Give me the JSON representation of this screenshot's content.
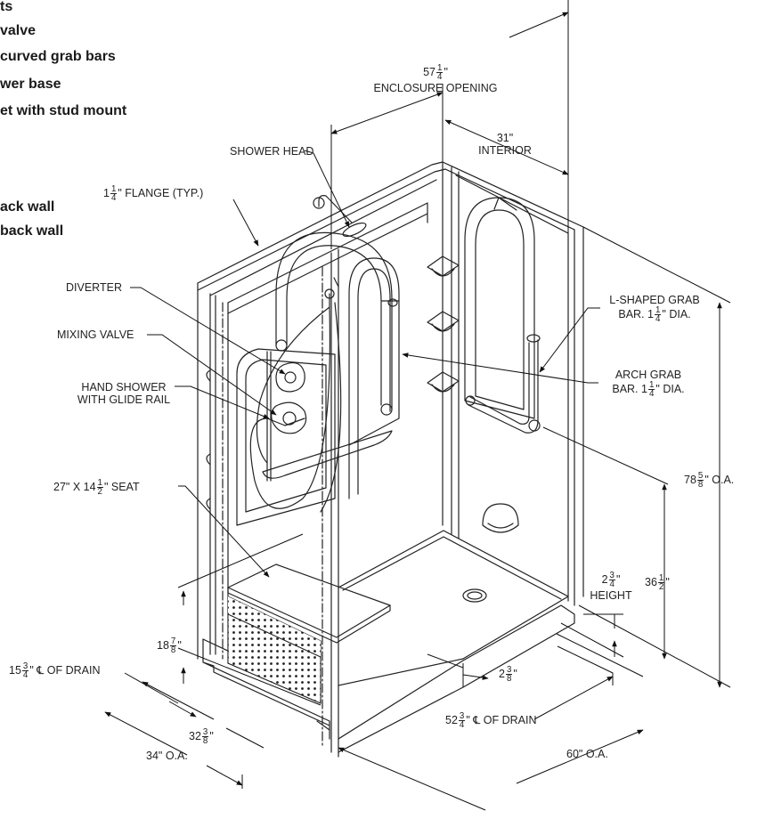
{
  "features": [
    "ts",
    "valve",
    "curved grab bars",
    "wer base",
    "et with stud mount",
    "ack wall",
    "back wall"
  ],
  "labels": {
    "enclosure_opening": {
      "whole": "57",
      "num": "1",
      "den": "4",
      "unit": "\"",
      "text": "ENCLOSURE OPENING"
    },
    "interior": {
      "value": "31\"",
      "text": "INTERIOR"
    },
    "shower_head": "SHOWER HEAD",
    "flange": {
      "whole": "1",
      "num": "1",
      "den": "4",
      "text": "\" FLANGE (TYP.)"
    },
    "diverter": "DIVERTER",
    "mixing_valve": "MIXING VALVE",
    "hand_shower": {
      "line1": "HAND SHOWER",
      "line2": "WITH GLIDE RAIL"
    },
    "seat": {
      "prefix": "27\" X 14",
      "num": "1",
      "den": "2",
      "suffix": "\" SEAT"
    },
    "l_grab_bar": {
      "line1": "L-SHAPED GRAB",
      "line2a": "BAR. 1",
      "num": "1",
      "den": "4",
      "line2b": "\" DIA."
    },
    "arch_grab_bar": {
      "line1": "ARCH GRAB",
      "line2a": "BAR. 1",
      "num": "1",
      "den": "4",
      "line2b": "\" DIA."
    },
    "overall_height": {
      "whole": "78",
      "num": "5",
      "den": "8",
      "suffix": "\" O.A."
    },
    "base_height": {
      "whole": "2",
      "num": "3",
      "den": "4",
      "suffix": "\"",
      "text": "HEIGHT"
    },
    "seat_height_36": {
      "whole": "36",
      "num": "1",
      "den": "2",
      "suffix": "\""
    },
    "seat_height_18": {
      "whole": "18",
      "num": "7",
      "den": "8",
      "suffix": "\""
    },
    "drain_15": {
      "whole": "15",
      "num": "3",
      "den": "4",
      "suffix": "\" ℄ OF DRAIN"
    },
    "dim_32": {
      "whole": "32",
      "num": "3",
      "den": "8",
      "suffix": "\""
    },
    "dim_34": "34\" O.A.",
    "dim_2_3_8": {
      "whole": "2",
      "num": "3",
      "den": "8",
      "suffix": "\""
    },
    "drain_52": {
      "whole": "52",
      "num": "3",
      "den": "4",
      "suffix": "\" ℄ OF DRAIN"
    },
    "dim_60": "60\" O.A."
  }
}
